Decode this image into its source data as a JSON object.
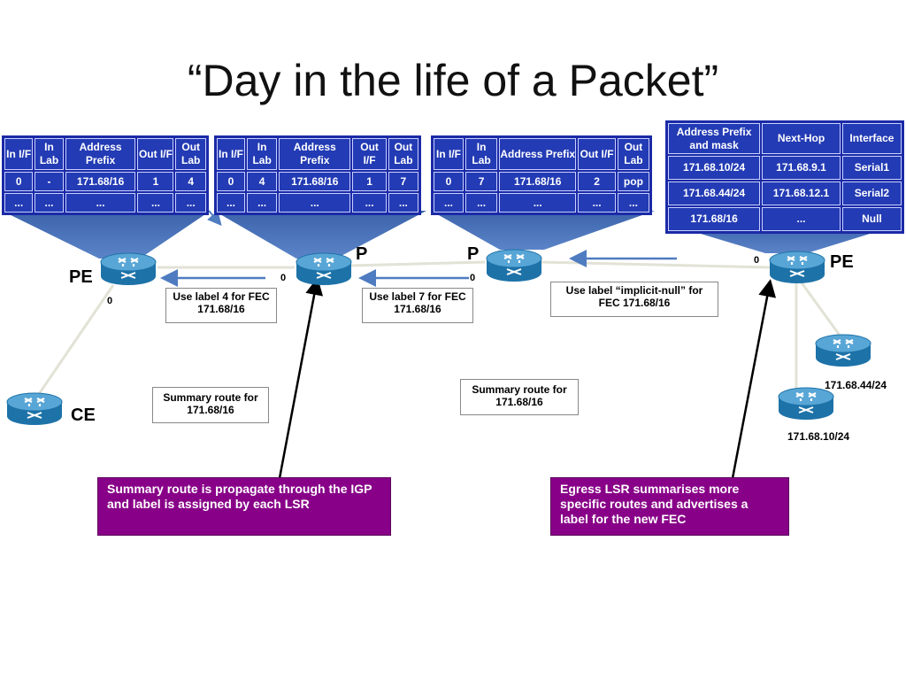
{
  "title": "“Day in the life of a Packet”",
  "lfib_headers": [
    "In I/F",
    "In Lab",
    "Address Prefix",
    "Out I/F",
    "Out Lab"
  ],
  "lfib1": {
    "row1": [
      "0",
      "-",
      "171.68/16",
      "1",
      "4"
    ],
    "row2": [
      "...",
      "...",
      "...",
      "...",
      "..."
    ]
  },
  "lfib2": {
    "row1": [
      "0",
      "4",
      "171.68/16",
      "1",
      "7"
    ],
    "row2": [
      "...",
      "...",
      "...",
      "...",
      "..."
    ]
  },
  "lfib3": {
    "row1": [
      "0",
      "7",
      "171.68/16",
      "2",
      "pop"
    ],
    "row2": [
      "...",
      "...",
      "...",
      "...",
      "..."
    ]
  },
  "routing_table": {
    "headers": [
      "Address Prefix and mask",
      "Next-Hop",
      "Interface"
    ],
    "rows": [
      [
        "171.68.10/24",
        "171.68.9.1",
        "Serial1"
      ],
      [
        "171.68.44/24",
        "171.68.12.1",
        "Serial2"
      ],
      [
        "171.68/16",
        "...",
        "Null"
      ]
    ]
  },
  "nodes": {
    "pe_left": "PE",
    "p1": "P",
    "p2": "P",
    "pe_right": "PE",
    "ce": "CE",
    "net1": "171.68.44/24",
    "net2": "171.68.10/24"
  },
  "interfaces": {
    "pe_left_0": "0",
    "p1_0": "0",
    "p2_0": "0",
    "pe_right_0": "0"
  },
  "callouts": {
    "label4": "Use label 4 for FEC 171.68/16",
    "label7": "Use label 7 for FEC 171.68/16",
    "implicit_null": "Use label “implicit-null” for FEC 171.68/16",
    "summary_left": "Summary route for 171.68/16",
    "summary_right": "Summary route for 171.68/16"
  },
  "notes": {
    "left": "Summary route is propagate through the IGP and label is assigned by each LSR",
    "right": "Egress LSR summarises more specific routes and advertises a label for the new FEC"
  },
  "colors": {
    "table_fill": "#233bb4",
    "table_border": "#1b2aa6",
    "funnel": "#4a6fb5",
    "note_fill": "#880088",
    "arrow": "#4f7cc0"
  },
  "icons": {
    "router": "router-icon"
  }
}
